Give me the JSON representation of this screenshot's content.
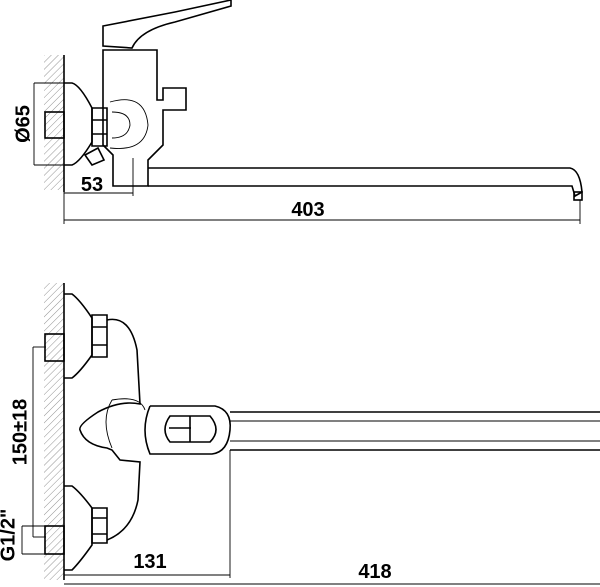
{
  "side_view": {
    "diameter_label": "Ø65",
    "offset_label": "53",
    "length_label": "403"
  },
  "front_view": {
    "spacing_label": "150±18",
    "thread_label": "G1/2\"",
    "offset_label": "131",
    "length_label": "418"
  },
  "colors": {
    "line": "#000000",
    "background": "#ffffff"
  }
}
